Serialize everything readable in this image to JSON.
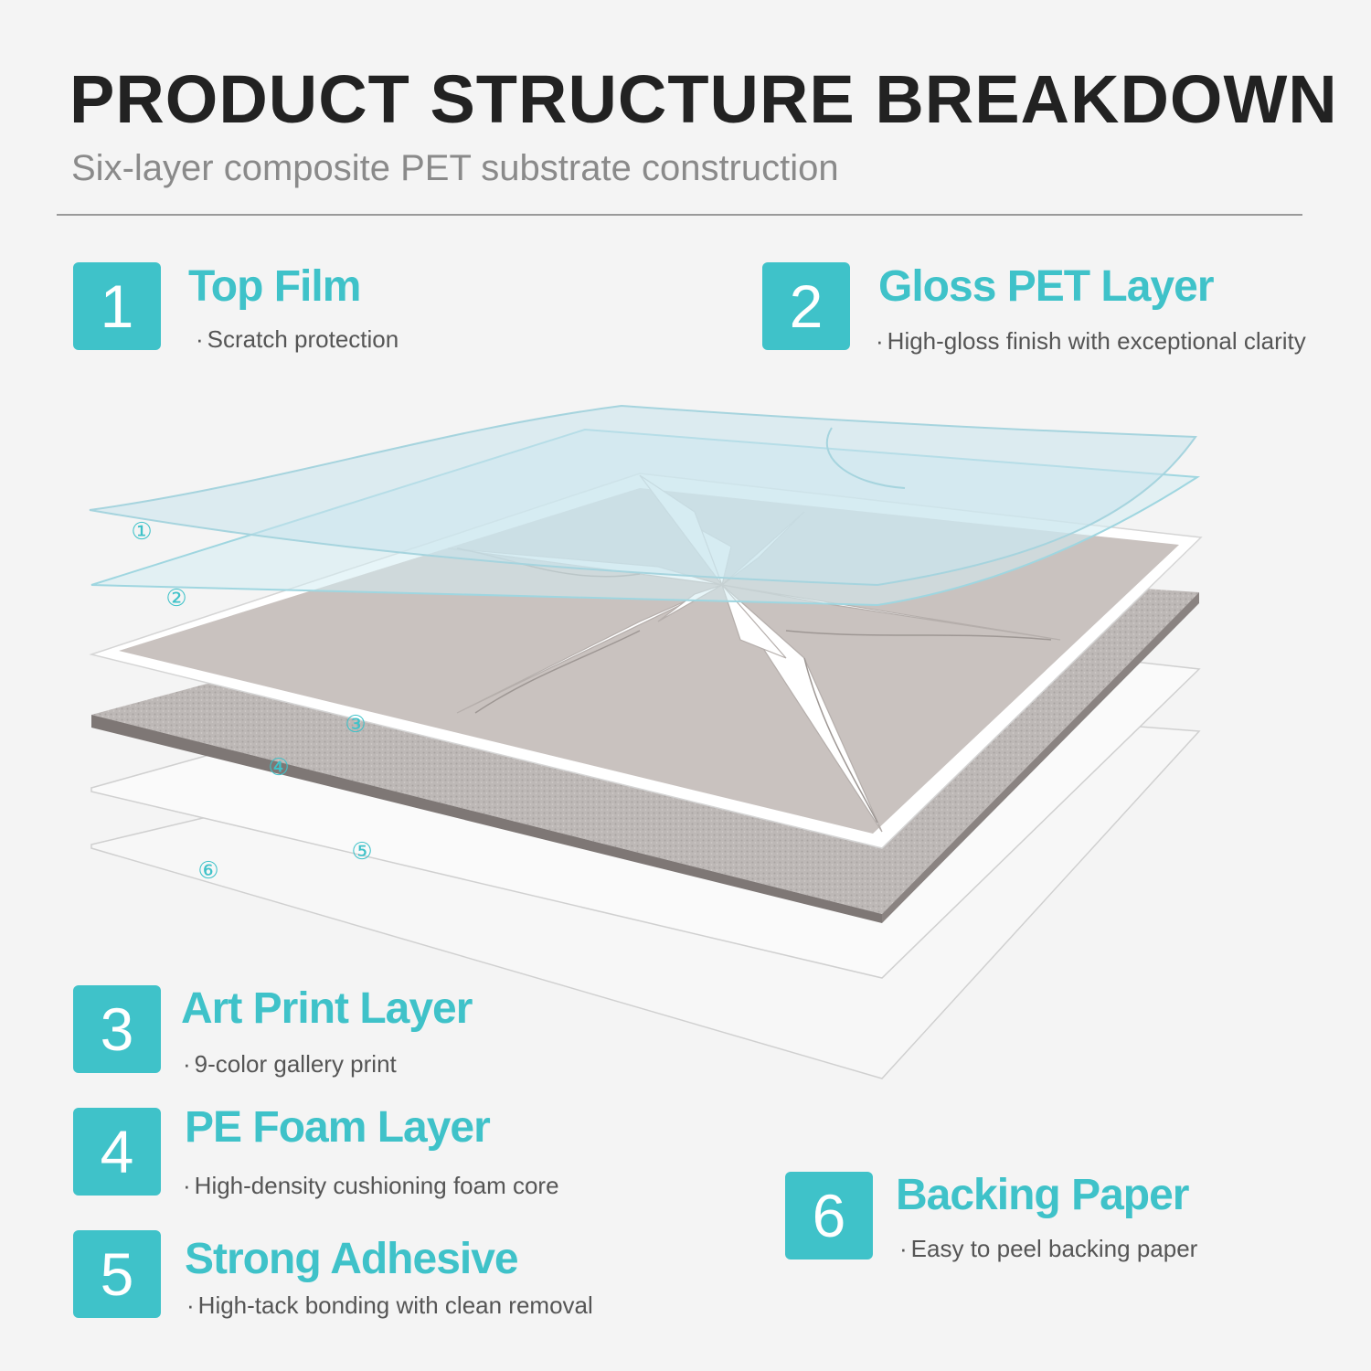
{
  "header": {
    "title": "PRODUCT STRUCTURE BREAKDOWN",
    "subtitle": "Six-layer composite PET substrate construction"
  },
  "layers": [
    {
      "number": "1",
      "name": "Top Film",
      "description": "Scratch protection"
    },
    {
      "number": "2",
      "name": "Gloss PET Layer",
      "description": "High-gloss finish with exceptional clarity"
    },
    {
      "number": "3",
      "name": "Art Print Layer",
      "description": "9-color gallery print"
    },
    {
      "number": "4",
      "name": "PE Foam Layer",
      "description": "High-density cushioning foam core"
    },
    {
      "number": "5",
      "name": "Strong Adhesive",
      "description": "High-tack bonding with clean removal"
    },
    {
      "number": "6",
      "name": "Backing Paper",
      "description": "Easy to peel backing paper"
    }
  ],
  "diagram": {
    "markers": [
      "①",
      "②",
      "③",
      "④",
      "⑤",
      "⑥"
    ]
  },
  "colors": {
    "accent": "#3fc2c9",
    "title": "#222222",
    "subtitle": "#8a8a8a",
    "background": "#f4f4f4"
  }
}
